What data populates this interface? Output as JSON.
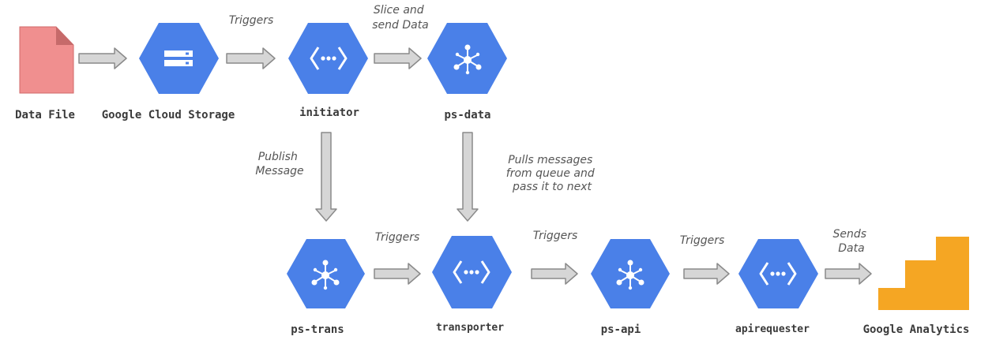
{
  "colors": {
    "hex_blue": "#4a80e8",
    "icon_white": "#ffffff",
    "arrow_fill": "#d6d6d6",
    "arrow_stroke": "#8a8a8a",
    "file_fill": "#f08f8f",
    "analytics_orange": "#f5a623"
  },
  "nodes": {
    "data_file": {
      "label": "Data File",
      "icon": "document-icon"
    },
    "gcs": {
      "label": "Google Cloud Storage",
      "icon": "storage-icon"
    },
    "initiator": {
      "label": "initiator",
      "icon": "cloud-functions-icon"
    },
    "ps_data": {
      "label": "ps-data",
      "icon": "pubsub-icon"
    },
    "ps_trans": {
      "label": "ps-trans",
      "icon": "pubsub-icon"
    },
    "transporter": {
      "label": "transporter",
      "icon": "cloud-functions-icon"
    },
    "ps_api": {
      "label": "ps-api",
      "icon": "pubsub-icon"
    },
    "apirequester": {
      "label": "apirequester",
      "icon": "cloud-functions-icon"
    },
    "analytics": {
      "label": "Google Analytics",
      "icon": "analytics-icon"
    }
  },
  "edges": {
    "gcs_initiator": {
      "label": "Triggers"
    },
    "initiator_psdata": {
      "label_lines": [
        "Slice and",
        "send Data"
      ]
    },
    "initiator_pstrans": {
      "label_lines": [
        "Publish",
        "Message"
      ]
    },
    "psdata_transporter": {
      "label_lines": [
        "Pulls messages",
        "from queue and",
        "pass it to next"
      ]
    },
    "pstrans_transporter": {
      "label": "Triggers"
    },
    "transporter_psapi": {
      "label": "Triggers"
    },
    "psapi_apirequester": {
      "label": "Triggers"
    },
    "apirequester_analytics": {
      "label_lines": [
        "Sends",
        "Data"
      ]
    }
  }
}
